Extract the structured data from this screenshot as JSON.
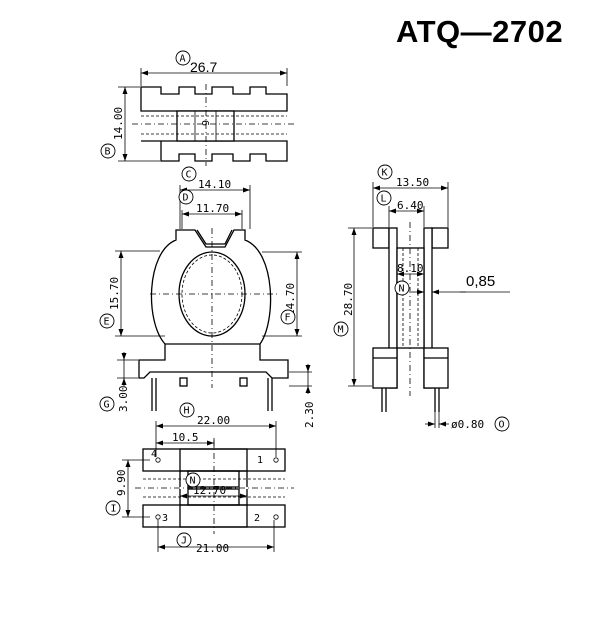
{
  "title": "ATQ—2702",
  "labels": {
    "A": "A",
    "B": "B",
    "C": "C",
    "D": "D",
    "E": "E",
    "F": "F",
    "G": "G",
    "H": "H",
    "I": "I",
    "J": "J",
    "K": "K",
    "L": "L",
    "M": "M",
    "N": "N",
    "O": "O"
  },
  "top_view": {
    "dim_A": "26.7",
    "dim_B": "14.00",
    "dim_center": "6"
  },
  "front_view": {
    "dim_C": "14.10",
    "dim_D": "11.70",
    "dim_E": "15.70",
    "dim_F": "14.70",
    "dim_G": "3.00",
    "dim_pin": "2.30"
  },
  "side_view": {
    "dim_K": "13.50",
    "dim_L": "6.40",
    "dim_inner": "8.10",
    "dim_M": "28.70",
    "dim_N": "0,85",
    "dim_O": "ø0.80"
  },
  "bottom_view": {
    "dim_H": "22.00",
    "dim_half": "10.5",
    "dim_I": "9.90",
    "dim_N": "12.70",
    "dim_J": "21.00",
    "pins": [
      "4",
      "1",
      "3",
      "2"
    ]
  }
}
